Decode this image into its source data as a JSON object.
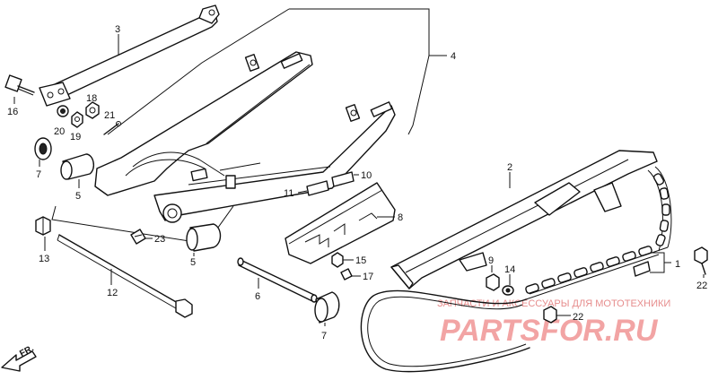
{
  "callouts": {
    "c1": "1",
    "c2": "2",
    "c3": "3",
    "c4": "4",
    "c5a": "5",
    "c5b": "5",
    "c6": "6",
    "c7a": "7",
    "c7b": "7",
    "c8": "8",
    "c9": "9",
    "c10": "10",
    "c11": "11",
    "c12": "12",
    "c13": "13",
    "c14": "14",
    "c15": "15",
    "c16": "16",
    "c17": "17",
    "c18": "18",
    "c19": "19",
    "c20": "20",
    "c21": "21",
    "c22a": "22",
    "c22b": "22",
    "c23": "23"
  },
  "direction_label": "FR.",
  "watermark": {
    "top_text": "ЗАПЧАСТИ И АКСЕССУАРЫ ДЛЯ МОТОТЕХНИКИ",
    "big_text": "PARTSFOR.RU"
  }
}
